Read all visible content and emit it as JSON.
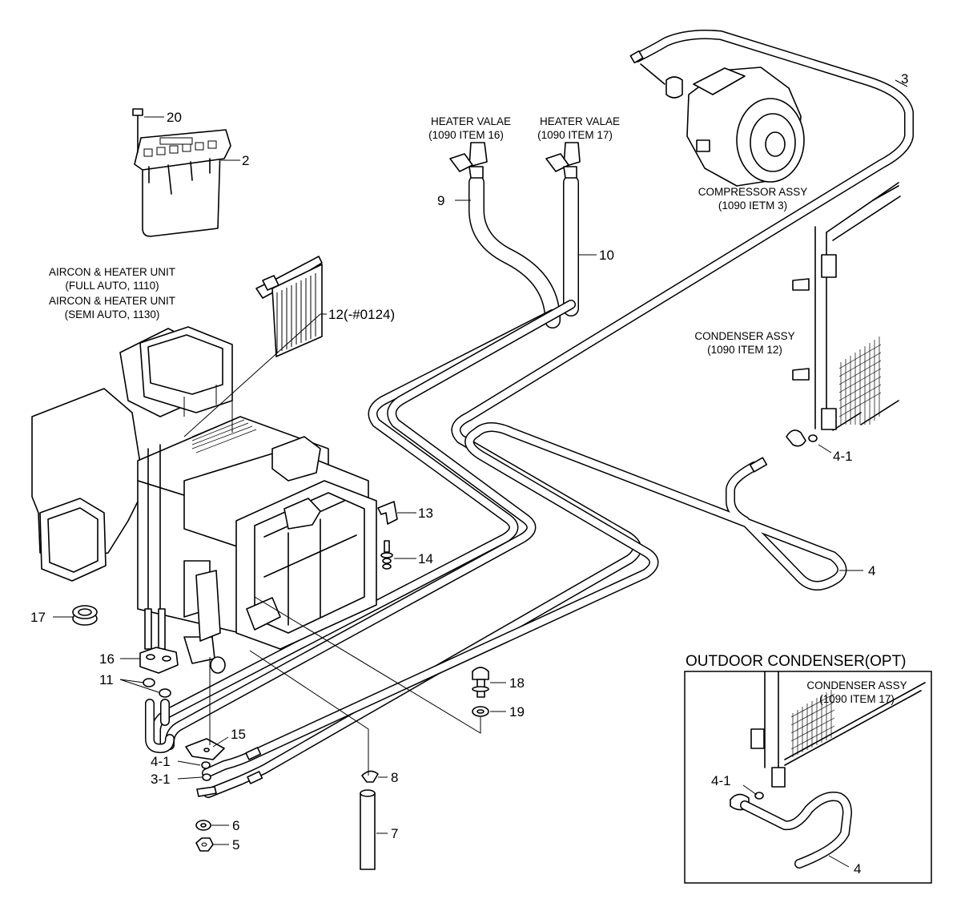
{
  "callouts": {
    "c20": "20",
    "c2": "2",
    "c3": "3",
    "c9": "9",
    "c10": "10",
    "c12": "12(-#0124)",
    "c13": "13",
    "c14": "14",
    "c4_1_right": "4-1",
    "c4_right": "4",
    "c17": "17",
    "c16": "16",
    "c11": "11",
    "c18": "18",
    "c19": "19",
    "c15": "15",
    "c4_1_left": "4-1",
    "c3_1": "3-1",
    "c8": "8",
    "c6": "6",
    "c5": "5",
    "c7": "7",
    "c4_1_inset": "4-1",
    "c4_inset": "4"
  },
  "labels": {
    "heater_valve_16": [
      "HEATER VALAE",
      "(1090 ITEM 16)"
    ],
    "heater_valve_17": [
      "HEATER VALAE",
      "(1090 ITEM 17)"
    ],
    "compressor": [
      "COMPRESSOR ASSY",
      "(1090 IETM 3)"
    ],
    "aircon_unit": [
      "AIRCON & HEATER UNIT",
      "(FULL AUTO, 1110)",
      "AIRCON & HEATER UNIT",
      "(SEMI AUTO, 1130)"
    ],
    "condenser": [
      "CONDENSER ASSY",
      "(1090 ITEM 12)"
    ],
    "inset_condenser": [
      "CONDENSER ASSY",
      "(1090 ITEM 17)"
    ]
  },
  "inset": {
    "title": "OUTDOOR CONDENSER(OPT)"
  }
}
